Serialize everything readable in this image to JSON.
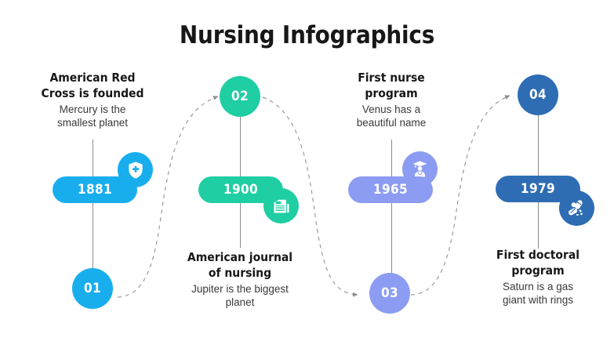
{
  "title": "Nursing Infographics",
  "palette": {
    "blue": "#18AEEE",
    "teal": "#1FCEA3",
    "periwinkle": "#8C9CF2",
    "navy": "#2E6DB4",
    "stem": "#8a8a8a",
    "dash": "#9a9a9a",
    "text_dark": "#171717",
    "text_body": "#3a3a3a",
    "background": "#ffffff"
  },
  "columns": [
    {
      "id": "01",
      "number": "01",
      "year": "1881",
      "heading": "American Red\nCross is founded",
      "heading_lines": [
        "American Red",
        "Cross is founded"
      ],
      "subtext_lines": [
        "Mercury is the",
        "smallest planet"
      ],
      "icon": "shield-cross-icon",
      "color": "#18AEEE",
      "text_position": "top",
      "number_position": "bottom"
    },
    {
      "id": "02",
      "number": "02",
      "year": "1900",
      "heading": "American journal\nof nursing",
      "heading_lines": [
        "American journal",
        "of nursing"
      ],
      "subtext_lines": [
        "Jupiter is the biggest",
        "planet"
      ],
      "icon": "newspaper-icon",
      "color": "#1FCEA3",
      "text_position": "bottom",
      "number_position": "top"
    },
    {
      "id": "03",
      "number": "03",
      "year": "1965",
      "heading": "First nurse\nprogram",
      "heading_lines": [
        "First nurse",
        "program"
      ],
      "subtext_lines": [
        "Venus has a",
        "beautiful name"
      ],
      "icon": "nurse-graduate-icon",
      "color": "#8C9CF2",
      "text_position": "top",
      "number_position": "bottom"
    },
    {
      "id": "04",
      "number": "04",
      "year": "1979",
      "heading": "First doctoral\nprogram",
      "heading_lines": [
        "First doctoral",
        "program"
      ],
      "subtext_lines": [
        "Saturn is a gas",
        "giant with rings"
      ],
      "icon": "pills-icon",
      "color": "#2E6DB4",
      "text_position": "bottom",
      "number_position": "top"
    }
  ],
  "connector": {
    "style": "dashed-wave",
    "direction": "left-to-right",
    "arrow_targets": [
      "02",
      "03",
      "04"
    ]
  }
}
